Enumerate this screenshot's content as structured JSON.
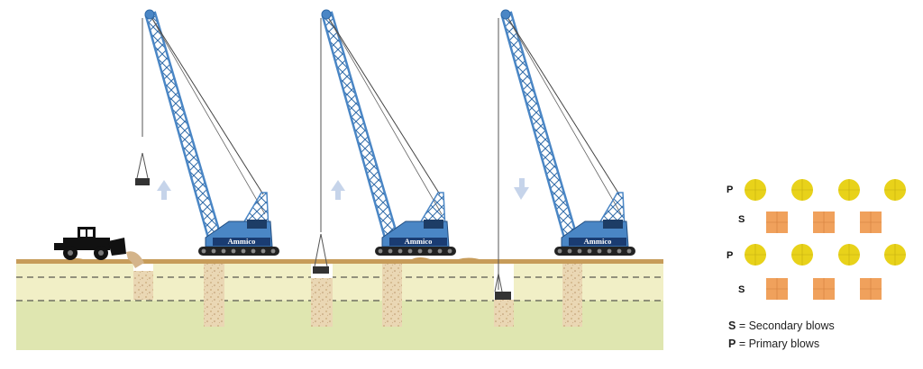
{
  "cranes": [
    {
      "brand": "Ammico",
      "motion": "up"
    },
    {
      "brand": "Ammico",
      "motion": "up"
    },
    {
      "brand": "Ammico",
      "motion": "down"
    }
  ],
  "pattern": {
    "rows": [
      "P",
      "S",
      "P",
      "S"
    ]
  },
  "legend": {
    "secondary_key": "S",
    "secondary_text": " = Secondary blows",
    "primary_key": "P",
    "primary_text": " = Primary blows"
  },
  "colors": {
    "crane_blue": "#4a86c5",
    "primary_circle": "#e8d21a",
    "secondary_square": "#f0a15c",
    "soil_top": "#f3efc4",
    "soil_bottom": "#dfe6b0",
    "column_fill": "#e9d5b0"
  }
}
